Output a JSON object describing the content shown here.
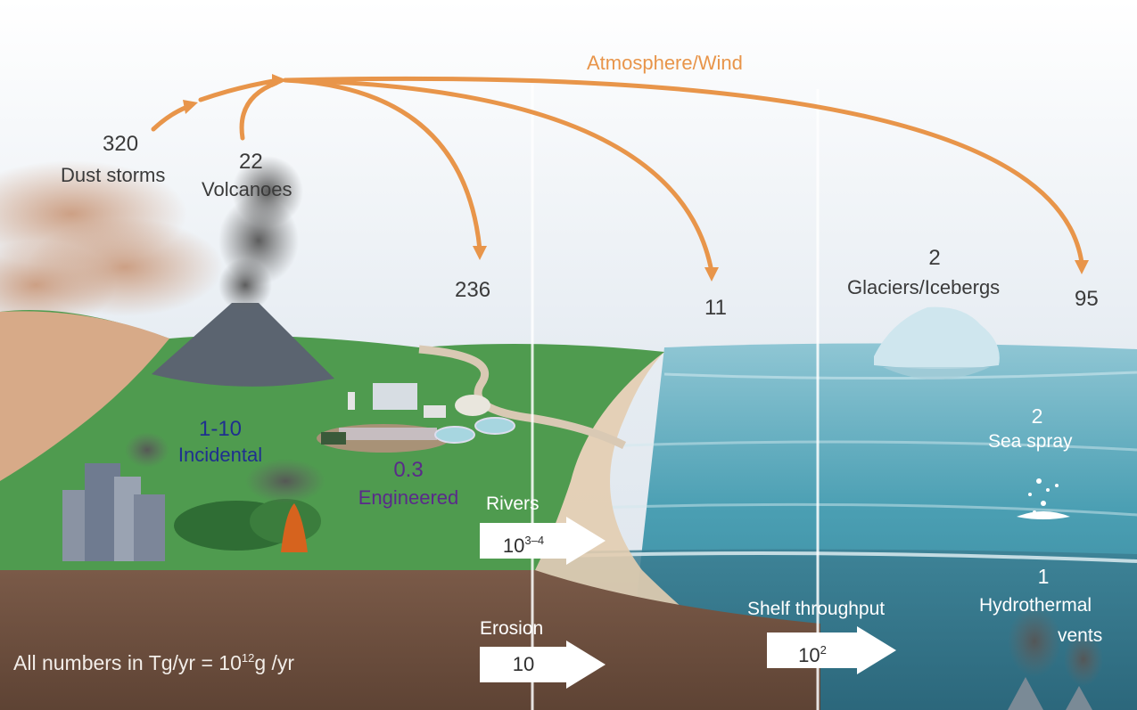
{
  "atmosphere_label": "Atmosphere/Wind",
  "dust_storms": {
    "value": "320",
    "label": "Dust storms"
  },
  "volcanoes": {
    "value": "22",
    "label": "Volcanoes"
  },
  "deposit_land": "236",
  "deposit_shelf": "11",
  "deposit_ocean": "95",
  "glaciers": {
    "value": "2",
    "label": "Glaciers/Icebergs"
  },
  "incidental": {
    "value": "1-10",
    "label": "Incidental"
  },
  "engineered": {
    "value": "0.3",
    "label": "Engineered"
  },
  "rivers": {
    "label": "Rivers",
    "base": "10",
    "exp": "3–4"
  },
  "erosion": {
    "label": "Erosion",
    "value": "10"
  },
  "shelf": {
    "label": "Shelf throughput",
    "base": "10",
    "exp": "2"
  },
  "sea_spray": {
    "value": "2",
    "label": "Sea spray"
  },
  "hydrothermal": {
    "value": "1",
    "label_1": "Hydrothermal",
    "label_2": "vents"
  },
  "units": {
    "prefix": "All numbers in Tg/yr = 10",
    "exp": "12",
    "suffix": "g /yr"
  },
  "colors": {
    "accent": "#e8954a",
    "incidental": "#1f2f8f",
    "engineered": "#5a2a8a"
  }
}
